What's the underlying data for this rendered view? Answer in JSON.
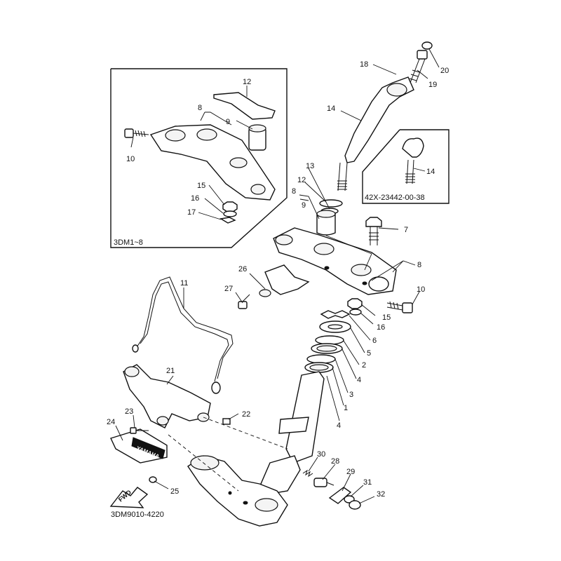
{
  "diagram": {
    "part_numbers": [
      "1",
      "2",
      "3",
      "4",
      "5",
      "6",
      "7",
      "8",
      "9",
      "10",
      "11",
      "12",
      "13",
      "14",
      "15",
      "16",
      "17",
      "18",
      "19",
      "20",
      "21",
      "22",
      "23",
      "24",
      "25",
      "26",
      "27",
      "28",
      "29",
      "30",
      "31",
      "32"
    ],
    "inset_left": {
      "caption": "3DM1~8",
      "callouts": [
        "12",
        "8",
        "9",
        "10",
        "15",
        "16",
        "17"
      ]
    },
    "inset_right": {
      "caption": "42X-23442-00-38",
      "callouts": [
        "14"
      ]
    },
    "main_callouts": [
      "18",
      "20",
      "19",
      "14",
      "13",
      "12",
      "8",
      "9",
      "7",
      "8",
      "10",
      "26",
      "27",
      "15",
      "16",
      "6",
      "5",
      "2",
      "4",
      "3",
      "1",
      "4",
      "11",
      "21",
      "22",
      "23",
      "24",
      "25",
      "30",
      "28",
      "29",
      "31",
      "32"
    ],
    "fwd_label": "FWD",
    "badge_text": "YAMAHA",
    "footer_code": "3DM9010-4220"
  }
}
